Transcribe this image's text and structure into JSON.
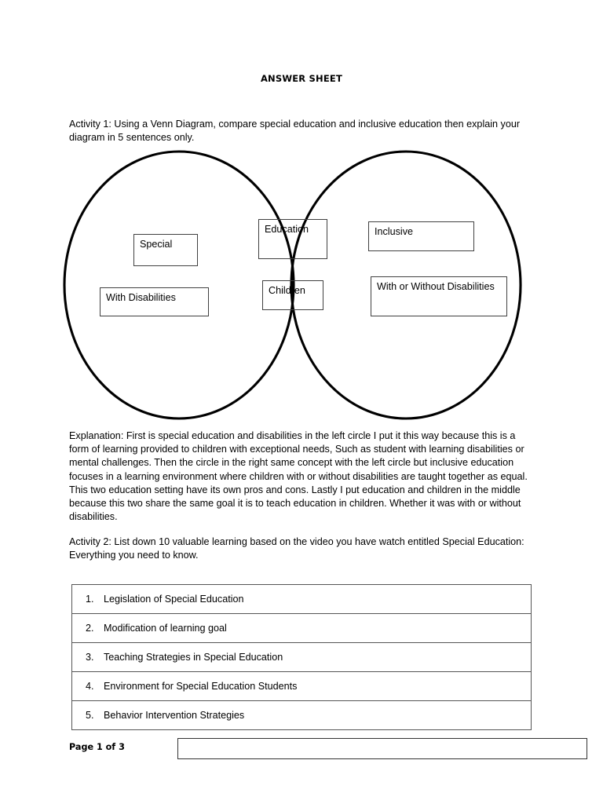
{
  "document": {
    "title": "ANSWER SHEET"
  },
  "activity1": {
    "prompt": "Activity 1: Using a Venn Diagram, compare special education and inclusive education then explain your diagram in 5 sentences only.",
    "venn": {
      "left_labels": [
        "Special",
        "With Disabilities"
      ],
      "center_labels": [
        "Education",
        "Children"
      ],
      "right_labels": [
        "Inclusive",
        "With or Without Disabilities"
      ]
    },
    "explanation": "Explanation: First is special education and disabilities in the left circle I put it this way because this is a form of learning provided to children with exceptional needs, Such as student with learning disabilities or mental challenges. Then the circle in the right same concept with the left circle but inclusive education focuses in a learning environment where children with or without disabilities are taught together as equal. This two education setting have its own pros and cons. Lastly I put education and children in the middle because this two share the same goal it is to teach education in children. Whether it was with or without disabilities."
  },
  "activity2": {
    "prompt": "Activity 2: List down 10 valuable learning based on the video you have watch entitled Special Education: Everything you need to know.",
    "items": [
      {
        "number": "1.",
        "text": "Legislation of Special Education"
      },
      {
        "number": "2.",
        "text": "Modification of learning goal"
      },
      {
        "number": "3.",
        "text": "Teaching Strategies in Special Education"
      },
      {
        "number": "4.",
        "text": "Environment for Special Education Students"
      },
      {
        "number": "5.",
        "text": "Behavior Intervention Strategies"
      }
    ]
  },
  "footer": {
    "page_label": "Page 1 of 3",
    "input_value": ""
  },
  "colors": {
    "page_background": "#ffffff",
    "text": "#000000",
    "venn_stroke": "#000000",
    "box_border": "#404040",
    "table_border": "#555555"
  }
}
